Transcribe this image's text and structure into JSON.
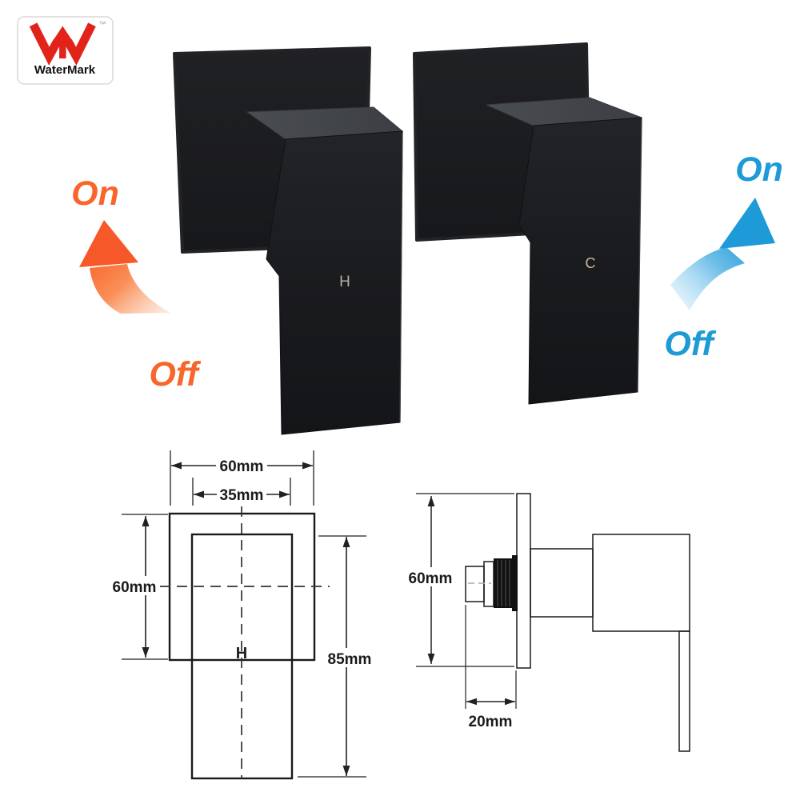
{
  "certification": {
    "label": "WaterMark",
    "tm": "™"
  },
  "hot_handle": {
    "label": "H",
    "on": "On",
    "off": "Off"
  },
  "cold_handle": {
    "label": "C",
    "on": "On",
    "off": "Off"
  },
  "front_view": {
    "overall_width": "60mm",
    "handle_width": "35mm",
    "plate_height": "60mm",
    "overall_height": "85mm",
    "handle_label": "H"
  },
  "side_view": {
    "plate_height": "60mm",
    "depth": "20mm"
  },
  "colors": {
    "hot": "#F8662B",
    "cold": "#1E9AD6",
    "logo_red": "#E2231A"
  }
}
